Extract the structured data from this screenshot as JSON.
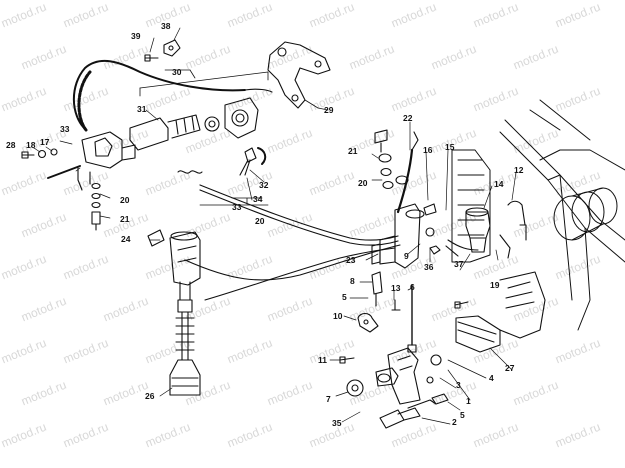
{
  "watermark": "motod.ru",
  "callouts": [
    "1",
    "2",
    "3",
    "4",
    "5",
    "5",
    "6",
    "7",
    "8",
    "9",
    "10",
    "11",
    "12",
    "13",
    "14",
    "15",
    "16",
    "17",
    "18",
    "19",
    "20",
    "20",
    "20",
    "21",
    "21",
    "22",
    "23",
    "24",
    "26",
    "27",
    "28",
    "29",
    "30",
    "31",
    "32",
    "33",
    "33",
    "34",
    "35",
    "36",
    "37",
    "38",
    "39"
  ],
  "colors": {
    "ink": "#111111",
    "watermark": "#d8d8d8",
    "background": "#ffffff"
  }
}
